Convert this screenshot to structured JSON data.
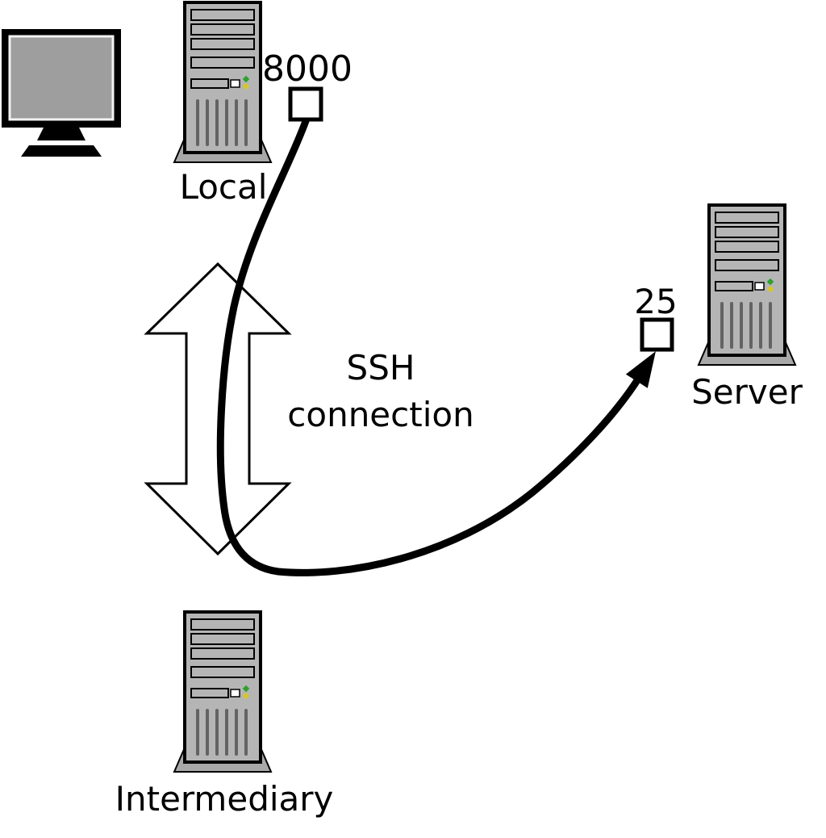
{
  "diagram": {
    "type": "ssh-port-forwarding-diagram",
    "labels": {
      "local": "Local",
      "local_port": "8000",
      "server": "Server",
      "server_port": "25",
      "intermediary": "Intermediary",
      "connection_line1": "SSH",
      "connection_line2": "connection"
    },
    "colors": {
      "outline": "#000000",
      "tower_body": "#b5b5b5",
      "tower_base": "#a8a8a8",
      "monitor_frame": "#000000",
      "monitor_screen": "#9e9e9e",
      "port_box_fill": "#ffffff",
      "tunnel_line": "#000000",
      "ssh_arrow_fill": "#ffffff",
      "led_green": "#2da12d",
      "led_yellow": "#d6c728"
    }
  }
}
